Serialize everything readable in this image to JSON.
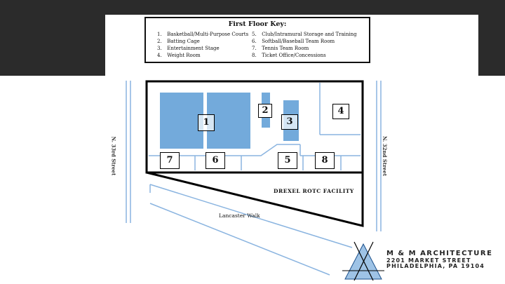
{
  "key": {
    "title": "First Floor Key:",
    "items": [
      {
        "num": "1.",
        "label": "Basketball/Multi-Purpose Courts"
      },
      {
        "num": "2.",
        "label": "Batting Cage"
      },
      {
        "num": "3.",
        "label": "Entertainment Stage"
      },
      {
        "num": "4.",
        "label": "Weight Room"
      },
      {
        "num": "5.",
        "label": "Club/Intramural Storage and Training"
      },
      {
        "num": "6.",
        "label": "Softball/Baseball Team Room"
      },
      {
        "num": "7.",
        "label": "Tennis Team Room"
      },
      {
        "num": "8.",
        "label": "Ticket Office/Concessions"
      }
    ]
  },
  "plan": {
    "room_numbers": [
      "1",
      "2",
      "3",
      "4",
      "5",
      "6",
      "7",
      "8"
    ],
    "street_left": "N. 33rd Street",
    "street_right": "N. 32nd Street",
    "rotc_label": "DREXEL ROTC FACILITY",
    "walk_label": "Lancaster Walk"
  },
  "firm": {
    "name": "M & M ARCHITECTURE",
    "address_line1": "2201 MARKET STREET",
    "address_line2": "PHILADELPHIA, PA 19104"
  },
  "colors": {
    "court_blue": "#5b9bd5",
    "wall": "#000000",
    "interior_line": "#8ab4e0"
  }
}
